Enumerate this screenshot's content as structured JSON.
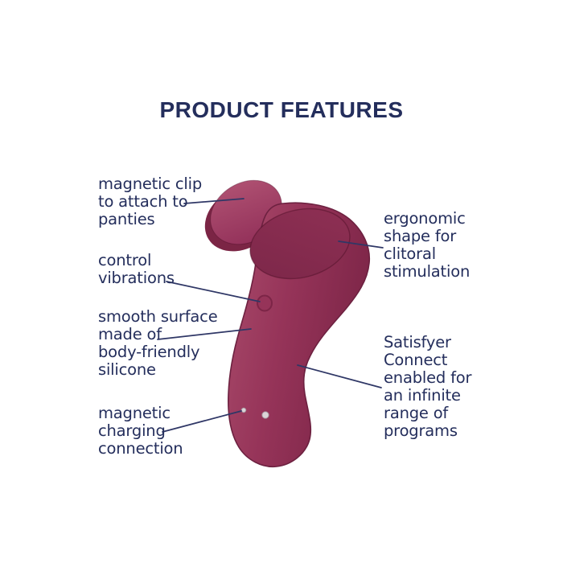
{
  "title": "PRODUCT FEATURES",
  "features": {
    "left": [
      {
        "text": "magnetic clip\nto attach to\npanties"
      },
      {
        "text": "control\nvibrations"
      },
      {
        "text": "smooth surface\nmade of\nbody-friendly\nsilicone"
      },
      {
        "text": "magnetic\ncharging\nconnection"
      }
    ],
    "right": [
      {
        "text": "ergonomic\nshape for\nclitoral\nstimulation"
      },
      {
        "text": "Satisfyer\nConnect\nenabled for\nan infinite\nrange of\nprograms"
      }
    ]
  },
  "illustration_parts": [
    "magnetic-clip-disc",
    "device-body",
    "ergonomic-depression",
    "control-button",
    "charging-contacts"
  ],
  "colors": {
    "navy": "#242e5c",
    "line": "#2f3766",
    "body-light": "#a84a6a",
    "body-main": "#963459",
    "body-dark": "#7c2547",
    "body-edge": "#6d2140",
    "dep-light": "#8f3054",
    "dep-dark": "#7c2749",
    "disc-light": "#ae5071",
    "disc-main": "#93315a",
    "disc-rim": "#7b2545",
    "contact-fill": "#dbd5d8",
    "contact-edge": "#a3949c"
  }
}
